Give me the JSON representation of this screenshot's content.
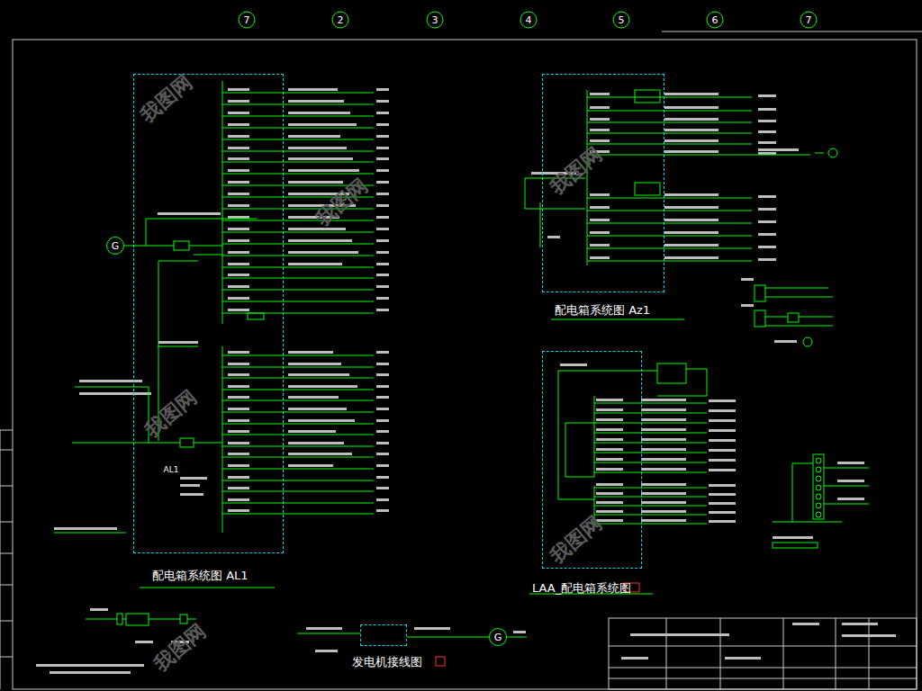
{
  "diagram": {
    "nodes": [
      {
        "text": [
          "配电箱系统图 AL1"
        ]
      },
      {
        "text": [
          "配电箱系统图 Az1"
        ]
      },
      {
        "text": [
          "G"
        ]
      },
      {
        "text": [
          "LAA_配电箱系统图"
        ]
      },
      {
        "text": [
          "发电机接线图"
        ]
      },
      {
        "text": [
          "G"
        ]
      }
    ],
    "edges": [
      {
        "from": 2,
        "to": 0,
        "arrow": "none"
      },
      {
        "from": 4,
        "to": 5,
        "arrow": "none"
      }
    ],
    "labels": [
      "7",
      "2",
      "3",
      "4",
      "5",
      "6",
      "7",
      "AL1",
      "我图网",
      "我图网",
      "我图网",
      "我图网",
      "我图网",
      "我图网"
    ]
  }
}
